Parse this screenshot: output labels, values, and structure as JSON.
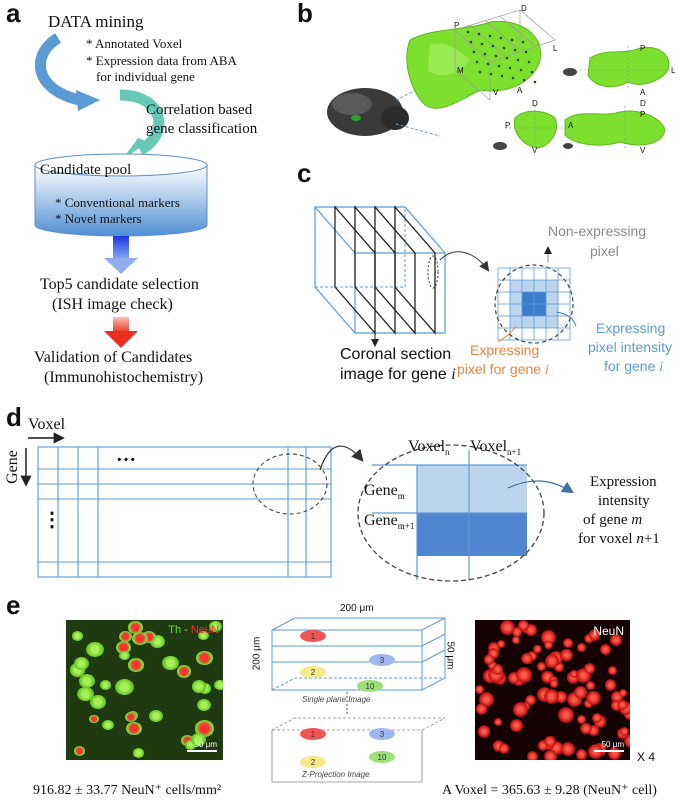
{
  "panels": {
    "a": "a",
    "b": "b",
    "c": "c",
    "d": "d",
    "e": "e"
  },
  "panel_a": {
    "data_mining": "DATA mining",
    "bullet1": "* Annotated Voxel",
    "bullet2": "* Expression data from ABA",
    "bullet2_cont": "for individual gene",
    "correlation_line1": "Correlation based",
    "correlation_line2": "gene classification",
    "candidate_pool": "Candidate pool",
    "pool_bullet1": "* Conventional markers",
    "pool_bullet2": "* Novel markers",
    "top5_line1": "Top5 candidate selection",
    "top5_line2": "(ISH image check)",
    "validation_line1": "Validation of Candidates",
    "validation_line2": "(Immunohistochemistry)",
    "colors": {
      "arrow_blue": "#5b9bd5",
      "arrow_teal": "#66c9b8",
      "cylinder": "#6fa8dc",
      "down_blue": "#1f4fe0",
      "down_red": "#ee3b2a"
    }
  },
  "panel_b": {
    "axes": {
      "D": "D",
      "V": "V",
      "P": "P",
      "A": "A",
      "L": "L",
      "M": "M"
    },
    "colors": {
      "brain_green": "#7ee02e",
      "mouse_brain": "#3a3a3a"
    }
  },
  "panel_c": {
    "non_expressing_line1": "Non-expressing",
    "non_expressing_line2": "pixel",
    "coronal_line1": "Coronal section",
    "coronal_line2": "image for gene",
    "coronal_var": "i",
    "expressing_line1": "Expressing",
    "expressing_line2": "pixel for gene",
    "expressing_var": "i",
    "intensity_line1": "Expressing",
    "intensity_line2": "pixel intensity",
    "intensity_line3": "for gene",
    "intensity_var": "i",
    "colors": {
      "orange": "#e8843a",
      "blue_text": "#5b9bd5",
      "gray_text": "#8a8a8a",
      "pixel_light": "#bcd4ee",
      "pixel_dark": "#3c7cc9"
    }
  },
  "panel_d": {
    "voxel": "Voxel",
    "gene": "Gene",
    "dots_h": "…",
    "dots_v": "⋮",
    "voxel_n": "Voxel",
    "sub_n": "n",
    "voxel_n1": "Voxel",
    "sub_n1": "n+1",
    "gene_m": "Gene",
    "sub_m": "m",
    "gene_m1": "Gene",
    "sub_m1": "m+1",
    "expr_line1": "Expression",
    "expr_line2": "intensity",
    "expr_line3_pre": "of gene",
    "expr_line3_var": "m",
    "expr_line4_pre": "for voxel",
    "expr_line4_var": "n",
    "expr_line4_post": "+1",
    "colors": {
      "grid": "#5b9bd5",
      "light": "#bcd4ee",
      "dark": "#4f86cf"
    }
  },
  "panel_e": {
    "img1_label_th": "Th",
    "img1_label_sep": " - ",
    "img1_label_neun": "NeuN",
    "img1_scale": "50 μm",
    "caption_left": "916.82 ± 33.77 NeuN⁺ cells/mm²",
    "dim_top": "200 μm",
    "dim_left": "200 μm",
    "dim_right": "50 μm",
    "cells": [
      "1",
      "2",
      "3",
      "10"
    ],
    "proj_cells": [
      "1",
      "3",
      "2",
      "10"
    ],
    "single_plane": "Single plane Image",
    "z_projection": "Z-Projection Image",
    "img3_label": "NeuN",
    "img3_scale": "50 μm",
    "times4": "X 4",
    "caption_right": "A Voxel = 365.63 ± 9.28 (NeuN⁺ cell)",
    "colors": {
      "c1": "#f05555",
      "c2": "#f3e98a",
      "c3": "#9fb6ee",
      "c10": "#9be07a",
      "neun": "#ff2a2a",
      "th": "#5ee61e"
    }
  }
}
